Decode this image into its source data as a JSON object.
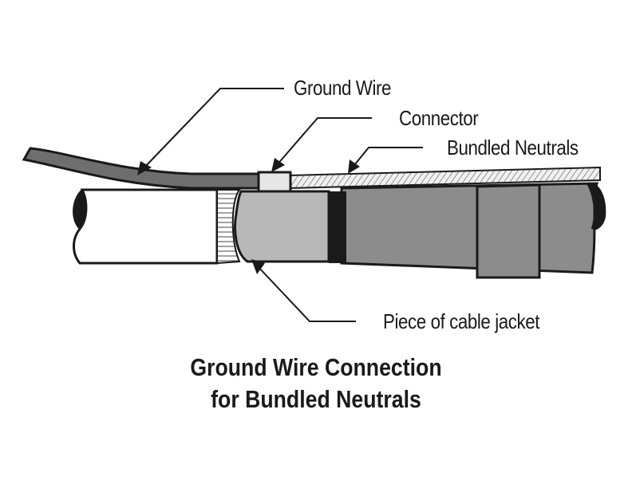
{
  "labels": {
    "ground_wire": "Ground Wire",
    "connector": "Connector",
    "bundled_neutrals": "Bundled Neutrals",
    "cable_jacket_piece": "Piece of cable jacket"
  },
  "caption": {
    "line1": "Ground Wire Connection",
    "line2": "for Bundled Neutrals"
  },
  "colors": {
    "outline": "#1a1a1a",
    "cable_jacket_white": "#ffffff",
    "jacket_piece_gray": "#b8b8b8",
    "cable_dark_gray": "#8c8c8c",
    "tape_black": "#1a1a1a",
    "neutral_strands": "#e8e8e8"
  }
}
